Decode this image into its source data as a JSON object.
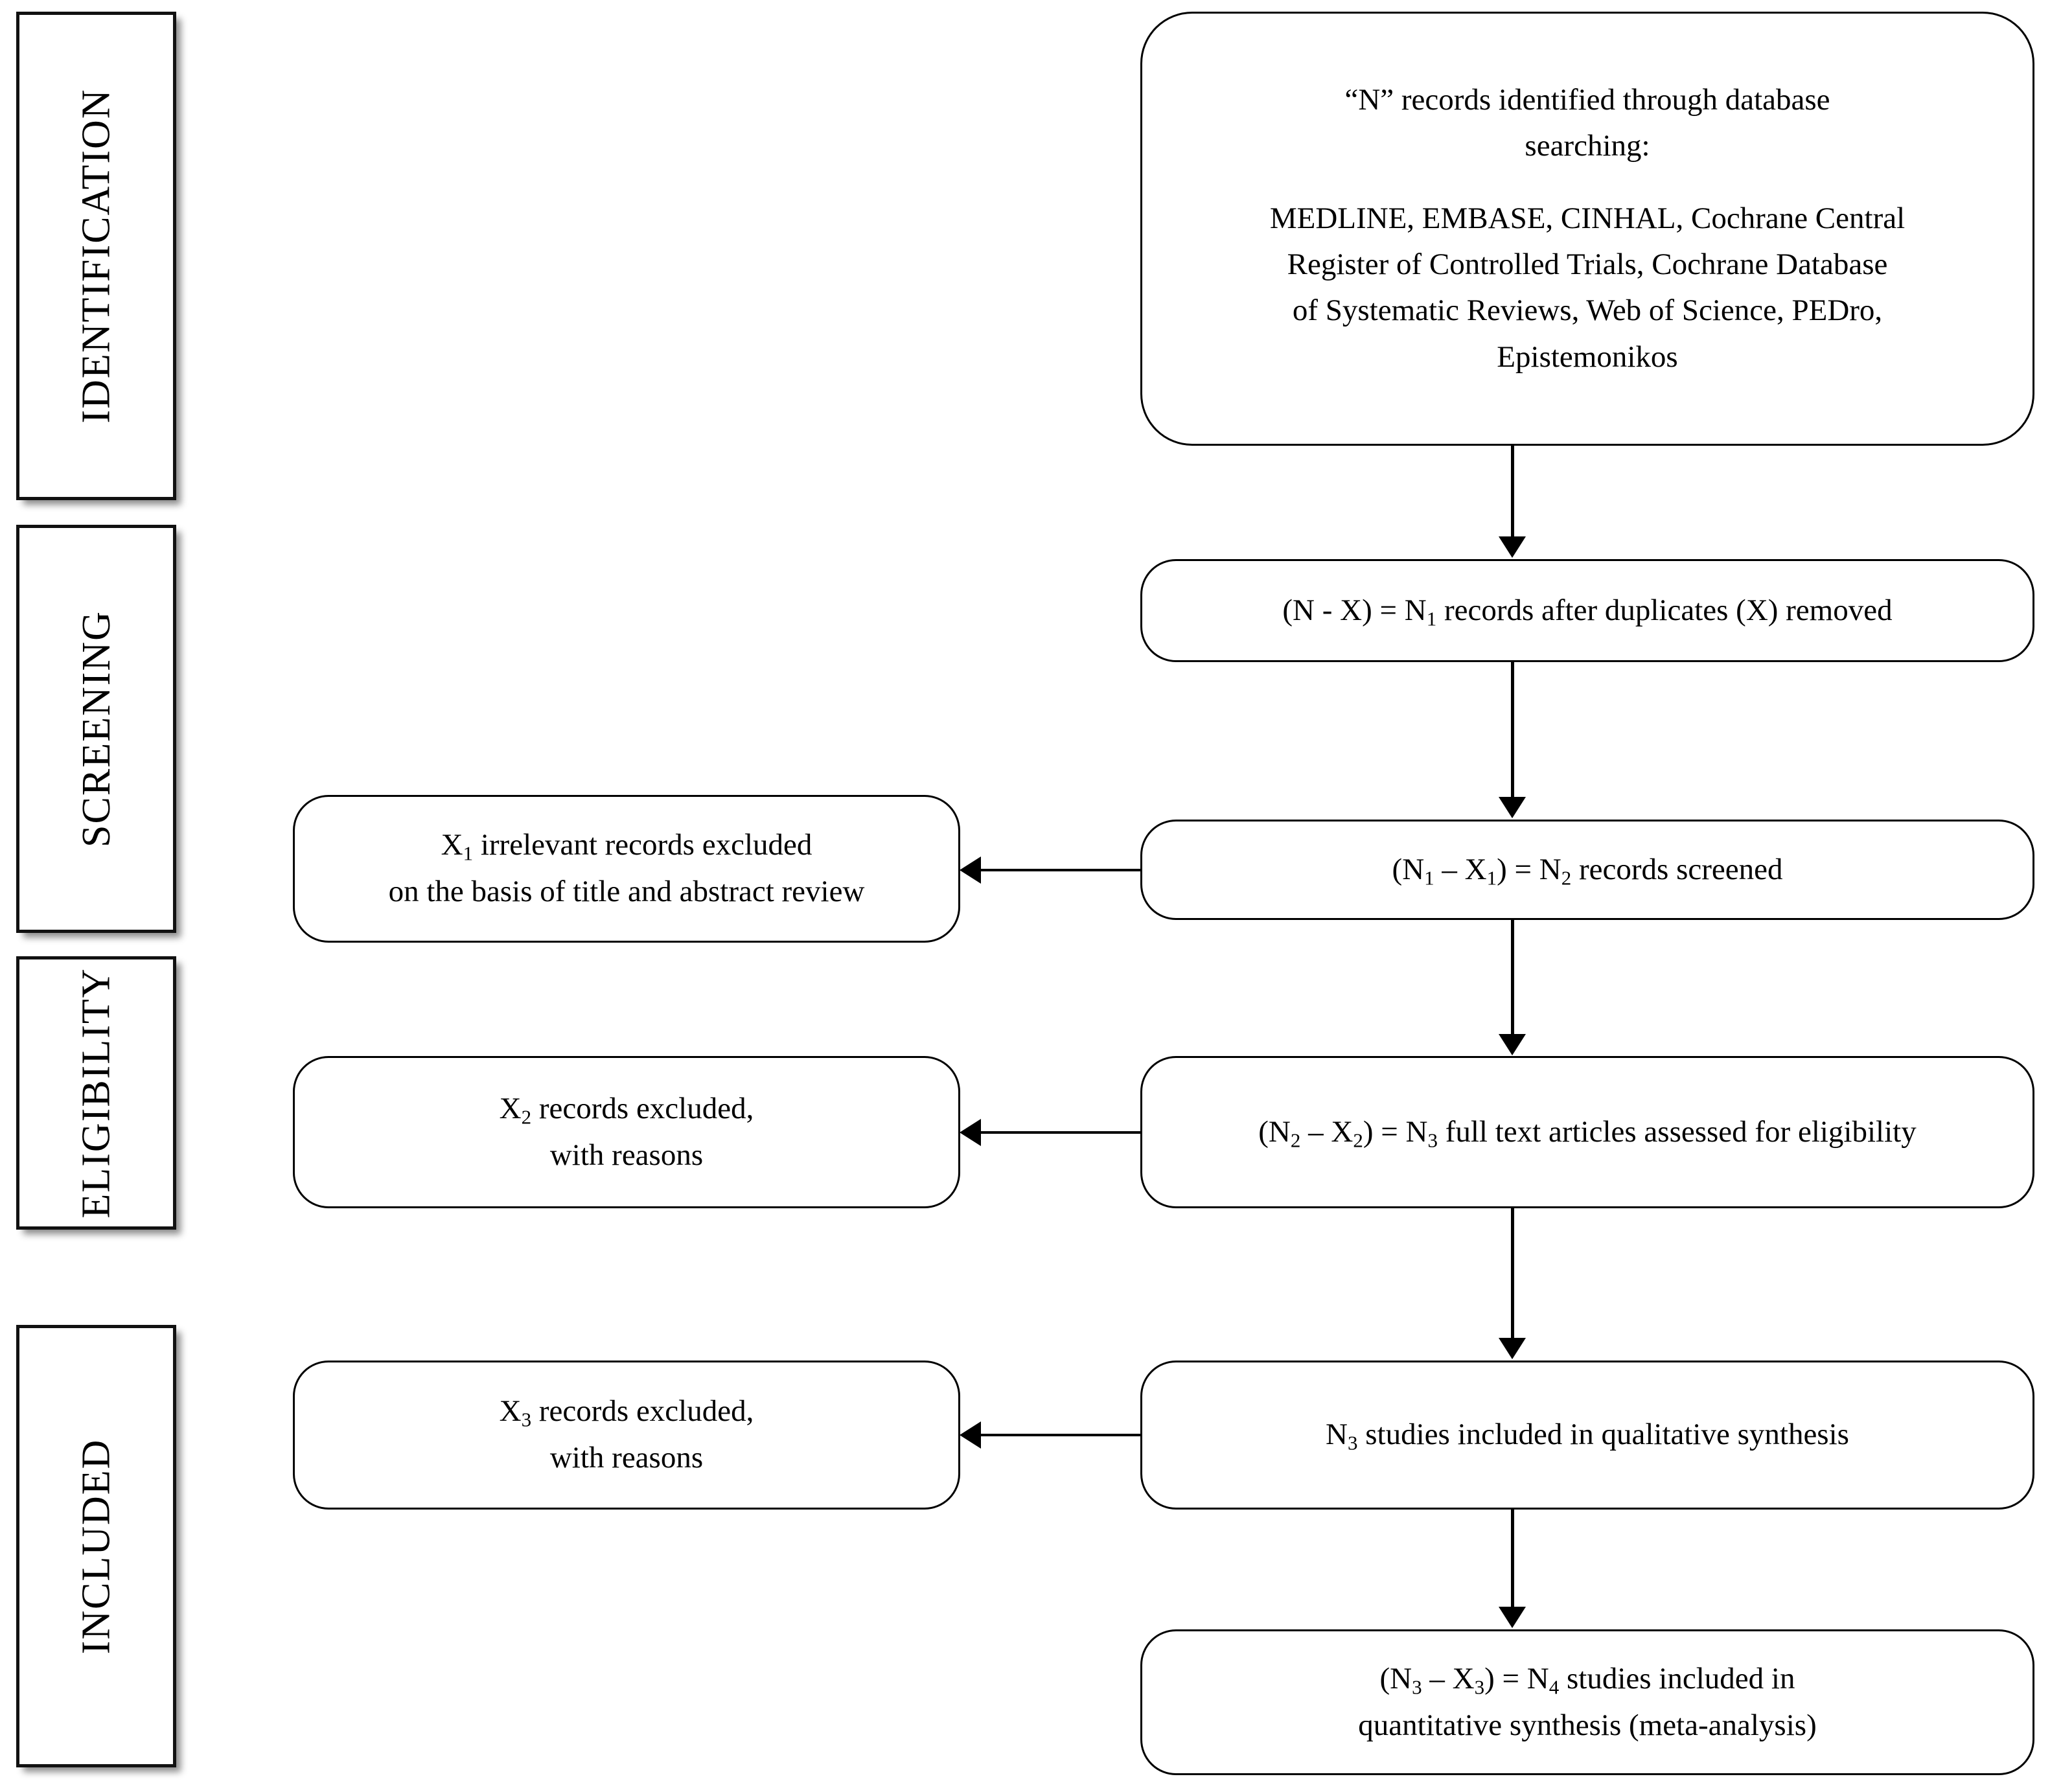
{
  "diagram": {
    "type": "prisma-flow-diagram",
    "stages": [
      {
        "id": "identification",
        "label": "IDENTIFICATION"
      },
      {
        "id": "screening",
        "label": "SCREENING"
      },
      {
        "id": "eligibility",
        "label": "ELIGIBILITY"
      },
      {
        "id": "included",
        "label": "INCLUDED"
      }
    ],
    "main_nodes": [
      {
        "id": "records-identified",
        "line1": "“N” records identified through database",
        "line2": "searching:",
        "line3": "MEDLINE,  EMBASE,  CINHAL,  Cochrane Central",
        "line4": "Register of Controlled  Trials, Cochrane Database",
        "line5": "of Systematic Reviews, Web of Science, PEDro,",
        "line6": "Epistemonikos"
      },
      {
        "id": "duplicates-removed",
        "pre": "(N - X) = N",
        "sub": "1",
        "post": " records after duplicates (X) removed"
      },
      {
        "id": "records-screened",
        "pre_a": "(N",
        "sub_a": "1",
        "mid_a": " – X",
        "sub_b": "1",
        "mid_b": ") = N",
        "sub_c": "2",
        "post": " records screened"
      },
      {
        "id": "full-text-assessed",
        "pre_a": "(N",
        "sub_a": "2",
        "mid_a": " – X",
        "sub_b": "2",
        "mid_b": ") = N",
        "sub_c": "3",
        "post": " full text articles assessed for eligibility"
      },
      {
        "id": "qualitative-synthesis",
        "pre": "N",
        "sub": "3",
        "post": " studies included in qualitative synthesis"
      },
      {
        "id": "quantitative-synthesis",
        "pre_a": "(N",
        "sub_a": "3",
        "mid_a": " – X",
        "sub_b": "3",
        "mid_b": ") = N",
        "sub_c": "4",
        "post": " studies included in",
        "line2": "quantitative synthesis (meta-analysis)"
      }
    ],
    "exclusion_nodes": [
      {
        "id": "excluded-title-abstract",
        "pre": "X",
        "sub": "1",
        "post": " irrelevant records excluded",
        "line2": "on the basis of title  and abstract review"
      },
      {
        "id": "excluded-with-reasons-2",
        "pre": "X",
        "sub": "2",
        "post": " records excluded,",
        "line2": "with reasons"
      },
      {
        "id": "excluded-with-reasons-3",
        "pre": "X",
        "sub": "3",
        "post": " records excluded,",
        "line2": "with reasons"
      }
    ],
    "colors": {
      "stroke": "#000000",
      "stage_border": "#111111",
      "background": "#ffffff"
    }
  }
}
